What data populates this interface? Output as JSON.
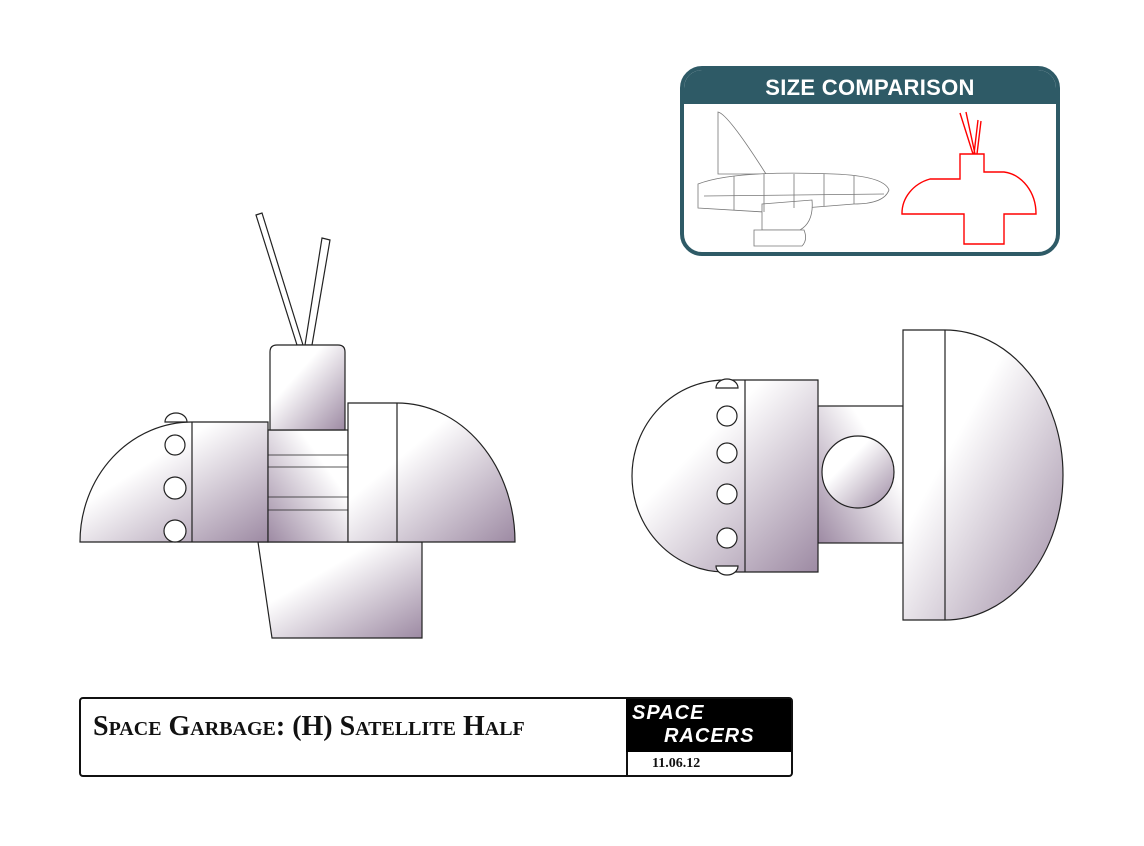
{
  "size_comparison": {
    "header": "SIZE COMPARISON",
    "outline_color": "#ff0000",
    "frame_color": "#2e5a66"
  },
  "title_block": {
    "title": "Space Garbage: (H) Satellite Half",
    "logo_line1": "SPACE",
    "logo_line2": "RACERS",
    "date": "11.06.12"
  },
  "colors": {
    "shade": "#a38ca6",
    "stroke": "#222222"
  }
}
